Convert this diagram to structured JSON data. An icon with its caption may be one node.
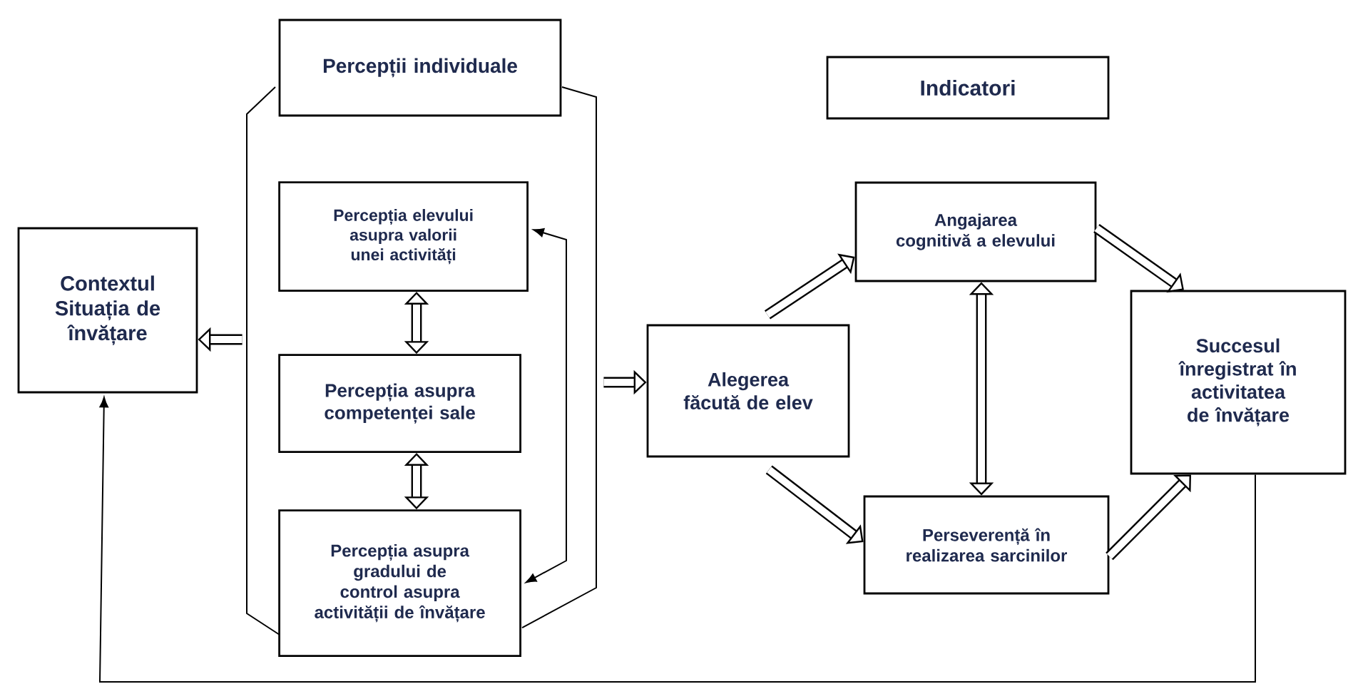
{
  "diagram": {
    "nodes": [
      {
        "text": [
          "Percepții individuale"
        ]
      },
      {
        "text": [
          "Percepția elevului asupra valorii unei activități"
        ],
        "in": 0
      },
      {
        "text": [
          "Percepția asupra competenței sale"
        ],
        "in": 0
      },
      {
        "text": [
          "Percepția asupra gradului de control asupra activității de învățare"
        ],
        "in": 0
      },
      {
        "text": [
          "Contextul Situația de învățare"
        ]
      },
      {
        "text": [
          "Indicatori"
        ]
      },
      {
        "text": [
          "Alegerea făcută de elev"
        ]
      },
      {
        "text": [
          "Angajarea cognitivă a elevului"
        ]
      },
      {
        "text": [
          "Perseverență în realizarea sarcinilor"
        ]
      },
      {
        "text": [
          "Succesul înregistrat în activitatea de învățare"
        ]
      }
    ],
    "edges": [
      {
        "from": 0,
        "to": 4,
        "arrow": "to"
      },
      {
        "from": 0,
        "to": 6,
        "arrow": "to"
      },
      {
        "from": 1,
        "to": 2,
        "arrow": "both"
      },
      {
        "from": 2,
        "to": 3,
        "arrow": "both"
      },
      {
        "from": 1,
        "to": 3,
        "arrow": "both"
      },
      {
        "from": 6,
        "to": 7,
        "arrow": "to"
      },
      {
        "from": 6,
        "to": 8,
        "arrow": "to"
      },
      {
        "from": 7,
        "to": 8,
        "arrow": "both"
      },
      {
        "from": 7,
        "to": 9,
        "arrow": "to"
      },
      {
        "from": 8,
        "to": 9,
        "arrow": "to"
      },
      {
        "from": 9,
        "to": 4,
        "arrow": "to"
      }
    ]
  }
}
